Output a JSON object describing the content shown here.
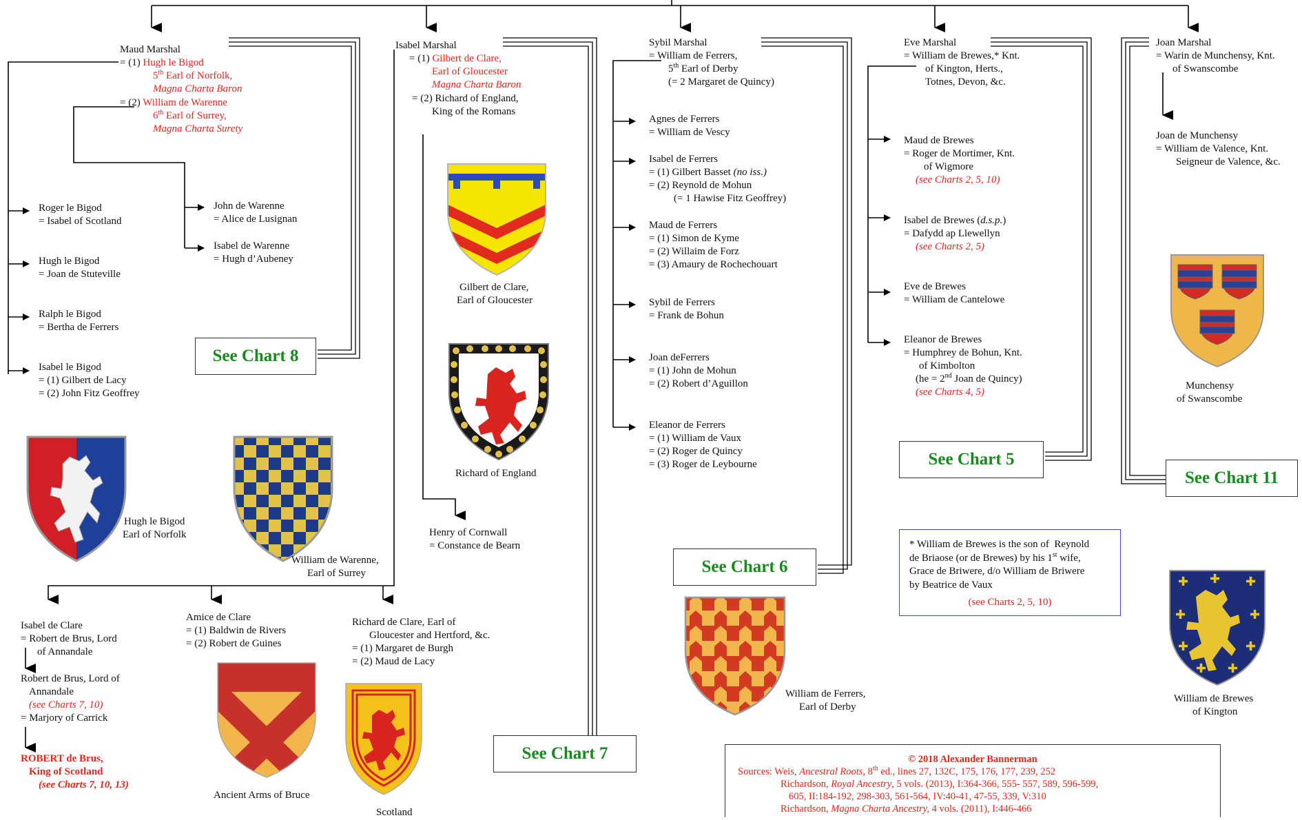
{
  "maud": {
    "name": "Maud Marshal",
    "m1_prefix": "= (1) ",
    "m1_name": "Hugh le Bigod",
    "m1_l2a": "5",
    "m1_l2b": "th",
    "m1_l2c": " Earl of Norfolk,",
    "m1_l3": "Magna Charta Baron",
    "m2_prefix": "= (2) ",
    "m2_name": "William de Warenne",
    "m2_l2a": "6",
    "m2_l2b": "th",
    "m2_l2c": " Earl of Surrey,",
    "m2_l3": "Magna Charta Surety"
  },
  "bigod_children": [
    {
      "name": "Roger le Bigod",
      "spouse": "= Isabel of Scotland"
    },
    {
      "name": "Hugh le Bigod",
      "spouse": "= Joan de Stuteville"
    },
    {
      "name": "Ralph le Bigod",
      "spouse": "= Bertha de Ferrers"
    },
    {
      "name": "Isabel le Bigod",
      "spouse": "= (1) Gilbert de Lacy",
      "spouse2": "= (2) John Fitz Geoffrey"
    }
  ],
  "warenne_children": [
    {
      "name": "John de Warenne",
      "spouse": "= Alice de Lusignan"
    },
    {
      "name": "Isabel de Warenne",
      "spouse": "= Hugh d’Aubeney"
    }
  ],
  "isabel": {
    "name": "Isabel Marshal",
    "m1_prefix": "= (1) ",
    "m1_name": "Gilbert de Clare,",
    "m1_l2": "Earl of Gloucester",
    "m1_l3": "Magna Charta Baron",
    "m2_l1": "= (2) Richard of England,",
    "m2_l2": "King of the Romans"
  },
  "henry": {
    "name": "Henry of Cornwall",
    "spouse": "= Constance de Bearn"
  },
  "clare_children": {
    "isabel_name": "Isabel de Clare",
    "isabel_sp1": "= Robert de Brus, Lord",
    "isabel_sp2": "of Annandale",
    "robert_l1": "Robert de Brus, Lord of",
    "robert_l2": "Annandale",
    "robert_see": "(see Charts 7, 10)",
    "robert_sp": "= Marjory of Carrick",
    "king_l1": "ROBERT de Brus,",
    "king_l2": "King of Scotland",
    "king_see": "(see Charts 7, 10, 13)",
    "amice_name": "Amice de Clare",
    "amice_sp1": "= (1) Baldwin de Rivers",
    "amice_sp2": "= (2) Robert de Guines",
    "richard_l1": "Richard de Clare, Earl of",
    "richard_l2": "Gloucester and Hertford, &c.",
    "richard_sp1": "= (1) Margaret de Burgh",
    "richard_sp2": "= (2) Maud de Lacy"
  },
  "sybil": {
    "name": "Sybil Marshal",
    "sp1": "= William de Ferrers,",
    "sp2a": "5",
    "sp2b": "th",
    "sp2c": " Earl of Derby",
    "sp3": "(= 2 Margaret de Quincy)"
  },
  "ferrers_children": [
    {
      "name": "Agnes de Ferrers",
      "lines": [
        "= William de Vescy"
      ]
    },
    {
      "name": "Isabel de Ferrers",
      "lines": [
        "= (1) Gilbert Basset ",
        "= (2) Reynold de Mohun",
        "(= 1 Hawise Fitz Geoffrey)"
      ],
      "note": "(no iss.)"
    },
    {
      "name": "Maud de Ferrers",
      "lines": [
        "= (1) Simon de Kyme",
        "= (2) Willaim de Forz",
        "= (3) Amaury de Rochechouart"
      ]
    },
    {
      "name": "Sybil de Ferrers",
      "lines": [
        "= Frank de Bohun"
      ]
    },
    {
      "name": "Joan deFerrers",
      "lines": [
        "= (1) John de Mohun",
        "= (2) Robert d’Aguillon"
      ]
    },
    {
      "name": "Eleanor de Ferrers",
      "lines": [
        "= (1) William de Vaux",
        "= (2) Roger de Quincy",
        "= (3) Roger de Leybourne"
      ]
    }
  ],
  "eve": {
    "name": "Eve Marshal",
    "sp1": "= William de Brewes,* Knt.",
    "sp2": "of Kington, Herts.,",
    "sp3": "Totnes, Devon, &c."
  },
  "brewes_children": {
    "maud_name": "Maud de Brewes",
    "maud_sp1": "= Roger de Mortimer, Knt.",
    "maud_sp2": "of Wigmore",
    "maud_see": "(see Charts 2, 5, 10)",
    "isabel_name": "Isabel de Brewes (",
    "isabel_dsp": "d.s.p.",
    "isabel_close": ")",
    "isabel_sp": "= Dafydd ap Llewellyn",
    "isabel_see": "(see Charts 2, 5)",
    "eve_name": "Eve de Brewes",
    "eve_sp": "= William de Cantelowe",
    "eleanor_name": "Eleanor de Brewes",
    "eleanor_sp1": "= Humphrey de Bohun, Knt.",
    "eleanor_sp2": "of Kimbolton",
    "eleanor_sp3a": "(he = 2",
    "eleanor_sp3b": "nd",
    "eleanor_sp3c": " Joan de Quincy)",
    "eleanor_see": "(see Charts 4, 5)"
  },
  "joan": {
    "name": "Joan Marshal",
    "sp1": "= Warin de Munchensy, Knt.",
    "sp2": "of Swanscombe",
    "child_name": "Joan de Munchensy",
    "child_sp1": "= William de Valence, Knt.",
    "child_sp2": "Seigneur de Valence, &c."
  },
  "see_charts": [
    "See Chart 8",
    "See Chart 7",
    "See Chart 6",
    "See Chart 5",
    "See Chart 11"
  ],
  "captions": {
    "bigod1": "Hugh le Bigod",
    "bigod2": "Earl of Norfolk",
    "warenne1": "William de Warenne,",
    "warenne2": "Earl of Surrey",
    "gilbert1": "Gilbert de Clare,",
    "gilbert2": "Earl of Gloucester",
    "richard": "Richard of England",
    "bruce": "Ancient Arms of Bruce",
    "scotland": "Scotland",
    "ferrers1": "William de Ferrers,",
    "ferrers2": "Earl of Derby",
    "munchensy1": "Munchensy",
    "munchensy2": "of Swanscombe",
    "brewes1": "William de Brewes",
    "brewes2": "of Kington"
  },
  "footnote": {
    "l1": "* William de Brewes is the son of  Reynold",
    "l2a": "de Briaose (or de Brewes) by his 1",
    "l2b": "st",
    "l2c": " wife,",
    "l3": "Grace de Briwere, d/o William de Briwere",
    "l4": "by Beatrice de Vaux",
    "see": "(see Charts 2, 5, 10)"
  },
  "sources": {
    "copyright": "© 2018 Alexander Bannerman",
    "l1a": "Sources: Weis, ",
    "l1b": "Ancestral Roots",
    "l1c": ", 8",
    "l1d": "th",
    "l1e": " ed., lines 27, 132C, 175, 176, 177, 239, 252",
    "l2a": "Richardson, ",
    "l2b": "Royal Ancestry",
    "l2c": ", 5 vols. (2013), I:364-366, 555- 557, 589, 596-599,",
    "l3": "605, II:184-192, 298-303, 561-564, IV:40-41, 47-55, 339, V:310",
    "l4a": "Richardson, ",
    "l4b": "Magna Charta Ancestry,",
    "l4c": " 4 vols. (2011), I:446-466"
  },
  "colors": {
    "red": "#e8231b",
    "green": "#168c1c",
    "blue_border": "#3a45d6"
  }
}
